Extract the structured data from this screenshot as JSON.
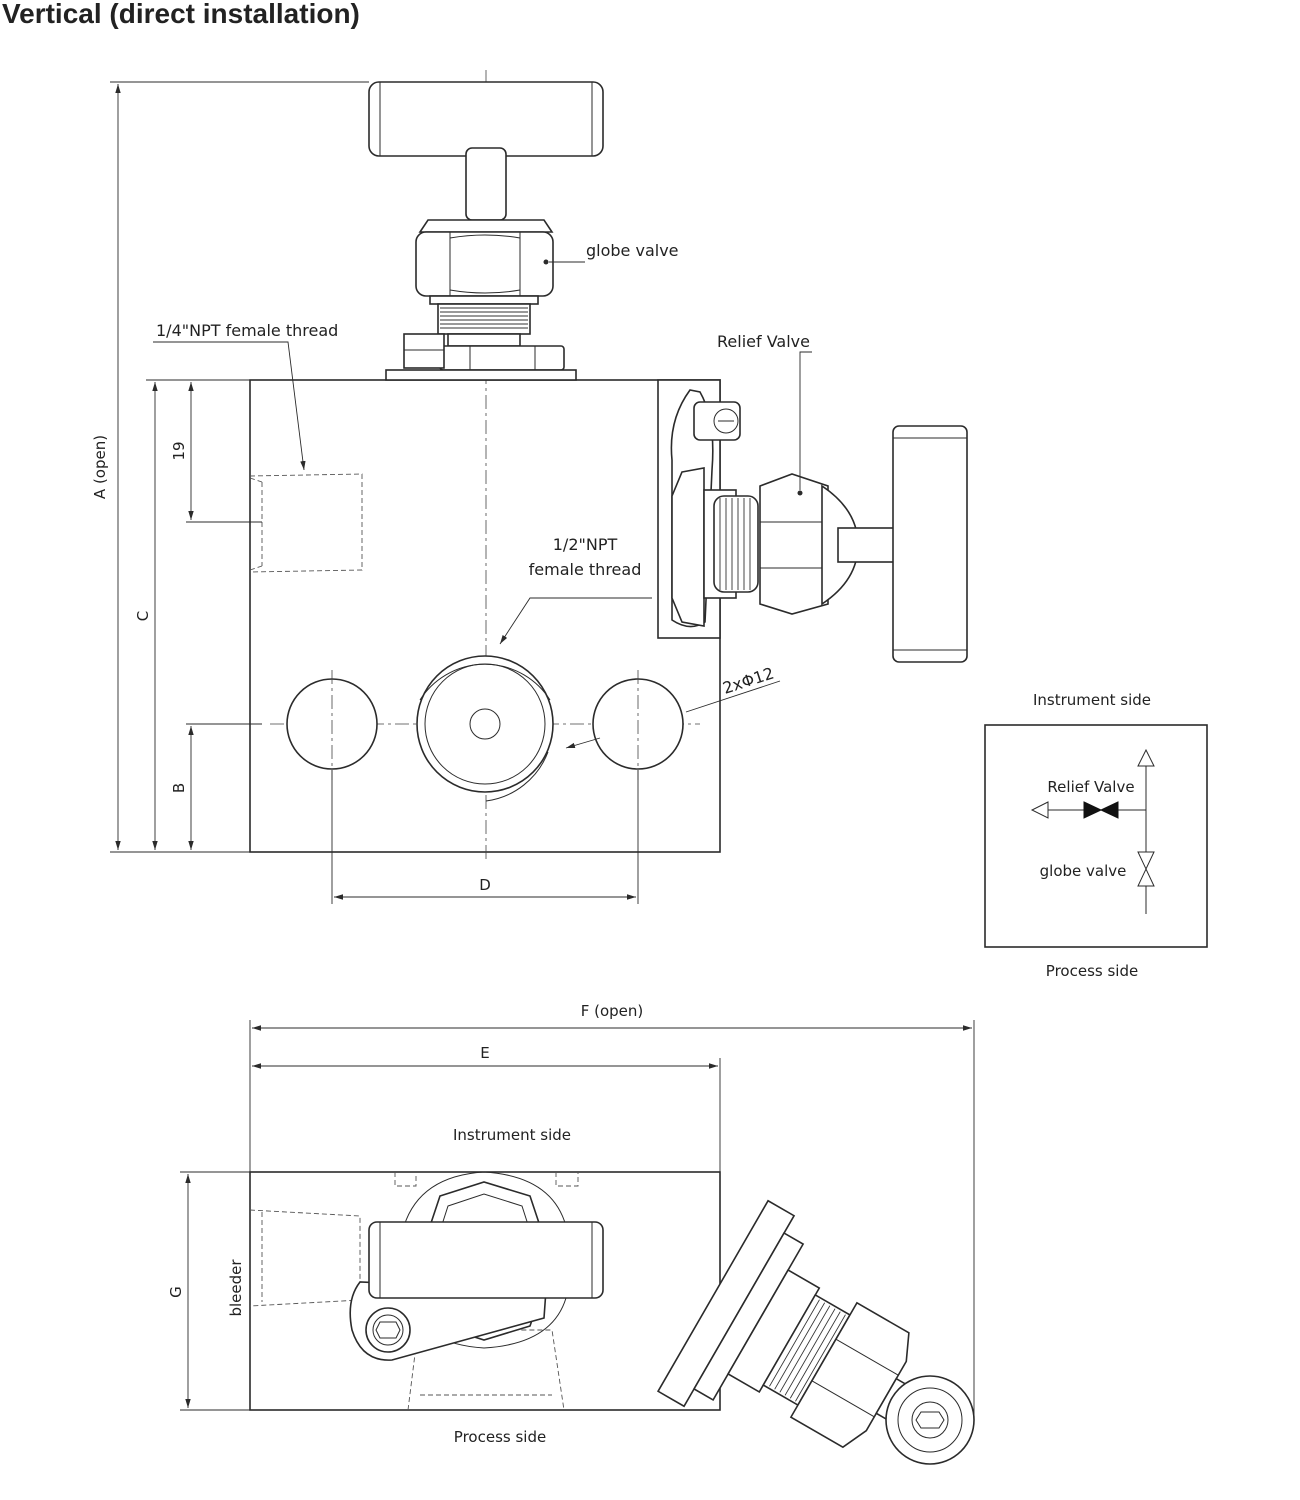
{
  "title": "Vertical (direct installation)",
  "labels": {
    "globe_valve": "globe valve",
    "relief_valve": "Relief Valve",
    "quarter_npt": "1/4\"NPT female thread",
    "half_npt_line1": "1/2\"NPT",
    "half_npt_line2": "female thread",
    "holes": "2xΦ12",
    "instrument_side": "Instrument side",
    "process_side": "Process side",
    "bleeder": "bleeder"
  },
  "dimensions": {
    "a": "A (open)",
    "b": "B",
    "c": "C",
    "d": "D",
    "e": "E",
    "f": "F (open)",
    "g": "G",
    "nineteen": "19"
  },
  "schematic": {
    "instrument_side": "Instrument side",
    "process_side": "Process side",
    "relief_valve": "Relief Valve",
    "globe_valve": "globe valve"
  },
  "colors": {
    "line": "#2b2b2b",
    "text": "#222222",
    "background": "#ffffff"
  }
}
